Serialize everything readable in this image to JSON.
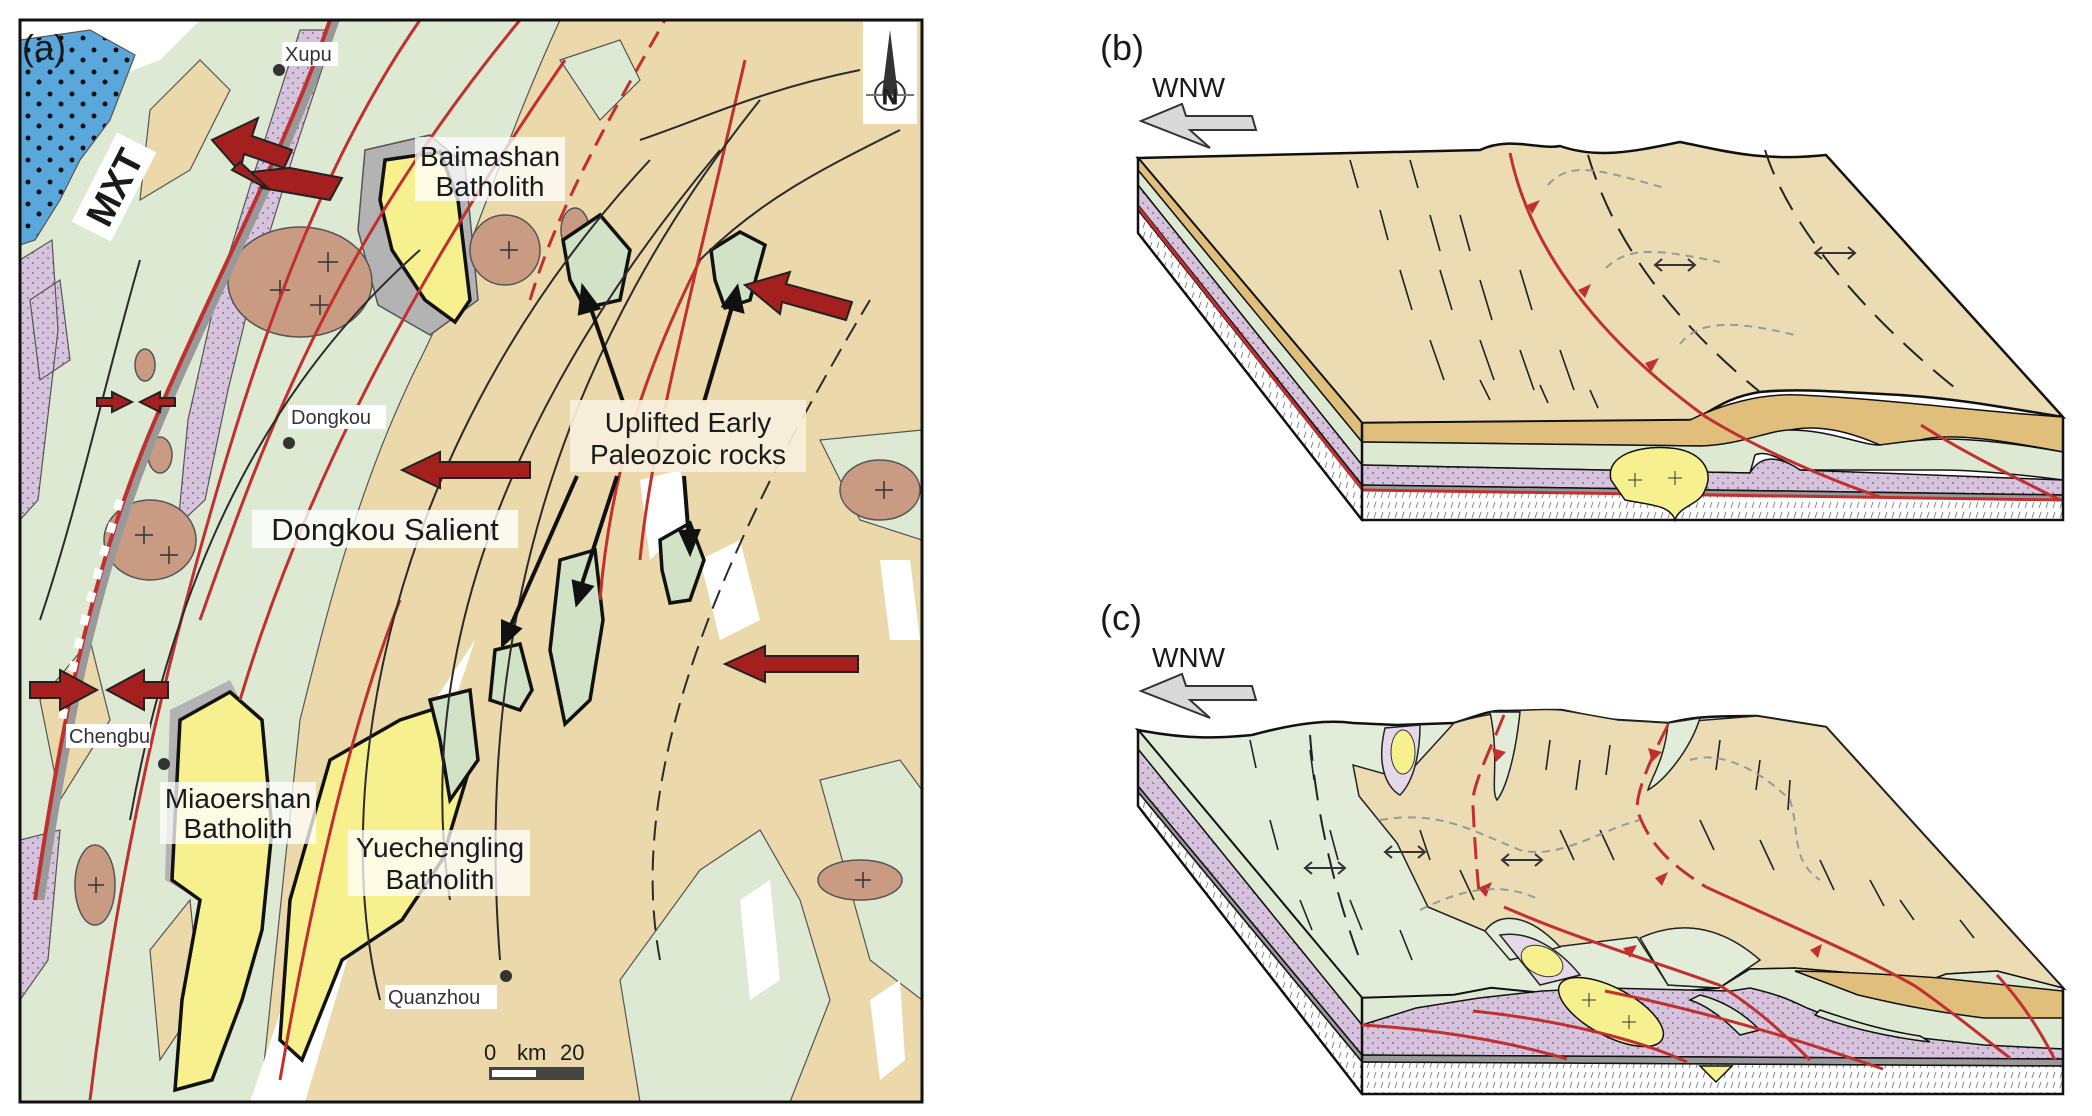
{
  "panels": {
    "a": "(a)",
    "b": "(b)",
    "c": "(c)"
  },
  "map": {
    "fault_label": "MXT",
    "towns": {
      "xupu": "Xupu",
      "dongkou": "Dongkou",
      "chengbu": "Chengbu",
      "quanzhou": "Quanzhou"
    },
    "baimashan": [
      "Baimashan",
      "Batholith"
    ],
    "miaoershan": [
      "Miaoershan",
      "Batholith"
    ],
    "yuechengling": [
      "Yuechengling",
      "Batholith"
    ],
    "uplift_label": [
      "Uplifted Early",
      "Paleozoic rocks"
    ],
    "salient_label": "Dongkou Salient",
    "scale_bar": {
      "min": "0",
      "unit": "km",
      "max": "20"
    },
    "north_arrow": "N"
  },
  "blocks": {
    "b": {
      "direction": "WNW"
    },
    "c": {
      "direction": "WNW"
    }
  },
  "colors": {
    "tan": "#ecd9ab",
    "dark_tan": "#e0bf7c",
    "green": "#dde9d2",
    "uplift_green": "#d2e2c6",
    "purple": "#d7c3dd",
    "granite": "#c99b82",
    "batholith": "#f6f08e",
    "thrust_red": "#c0302f",
    "arrow_red": "#a3201f",
    "blue": "#5aa7dc"
  }
}
